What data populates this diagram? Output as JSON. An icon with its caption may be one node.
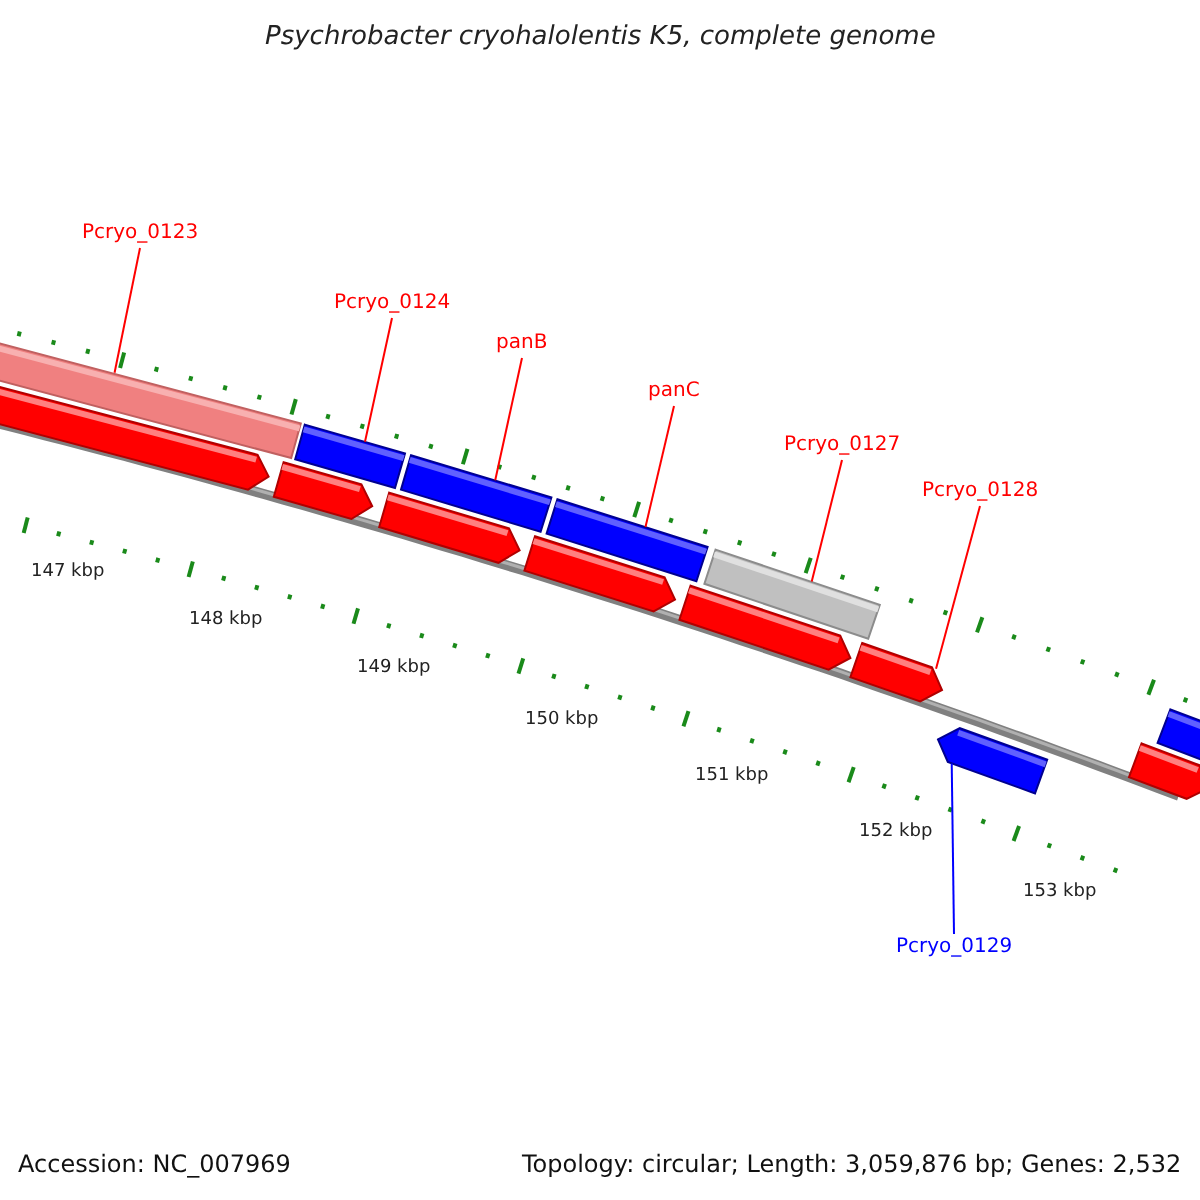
{
  "diagram": {
    "title": "Psychrobacter cryohalolentis K5, complete genome",
    "nodes": [
      {
        "text": [
          "Pcryo_0123"
        ]
      },
      {
        "text": [
          "Pcryo_0124"
        ]
      },
      {
        "text": [
          "panB"
        ]
      },
      {
        "text": [
          "panC"
        ]
      },
      {
        "text": [
          "Pcryo_0127"
        ]
      },
      {
        "text": [
          "Pcryo_0128"
        ]
      },
      {
        "text": [
          "Pcryo_0129"
        ]
      },
      {
        "text": [],
        "shape": "bar"
      },
      {
        "text": [],
        "shape": "bar"
      },
      {
        "text": [],
        "shape": "bar"
      },
      {
        "text": [],
        "shape": "bar"
      },
      {
        "text": [],
        "shape": "bar"
      },
      {
        "text": [],
        "shape": "arrow"
      },
      {
        "text": [],
        "shape": "arrow"
      },
      {
        "text": [],
        "shape": "arrow"
      },
      {
        "text": [],
        "shape": "arrow"
      },
      {
        "text": [],
        "shape": "arrow"
      },
      {
        "text": [],
        "shape": "arrow"
      },
      {
        "text": [],
        "shape": "arrow"
      },
      {
        "text": [],
        "shape": "arrow"
      },
      {
        "text": [],
        "shape": "bar"
      }
    ],
    "edges": [
      {
        "from": 0,
        "to": 7,
        "arrow": "none"
      },
      {
        "from": 1,
        "to": 8,
        "arrow": "none"
      },
      {
        "from": 2,
        "to": 9,
        "arrow": "none"
      },
      {
        "from": 3,
        "to": 10,
        "arrow": "none"
      },
      {
        "from": 4,
        "to": 11,
        "arrow": "none"
      },
      {
        "from": 5,
        "to": 12,
        "arrow": "none"
      },
      {
        "from": 6,
        "to": 13,
        "arrow": "none",
        "color": "#0000ff"
      }
    ],
    "labels": [
      "147 kbp",
      "148 kbp",
      "149 kbp",
      "150 kbp",
      "151 kbp",
      "152 kbp",
      "153 kbp",
      "Accession: NC_007969",
      "Topology: circular; Length: 3,059,876 bp; Genes: 2,532"
    ]
  }
}
